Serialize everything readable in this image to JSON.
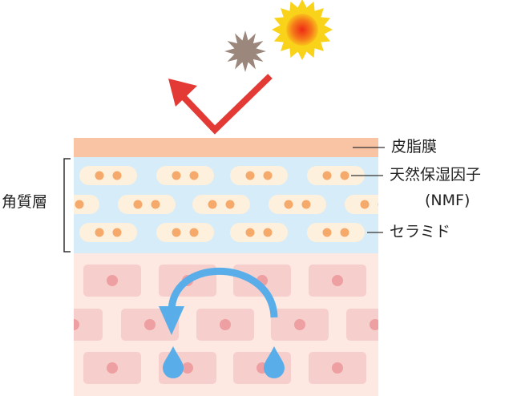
{
  "labels": {
    "sebum": "皮脂膜",
    "nmf_line1": "天然保湿因子",
    "nmf_line2": "(NMF)",
    "ceramide": "セラミド",
    "stratum_corneum": "角質層"
  },
  "colors": {
    "sebum_layer": "#f9c4a3",
    "stratum_corneum": "#d6ecf8",
    "corneocyte": "#fdf1dd",
    "nmf_dot": "#f5a96a",
    "epidermis": "#fde9e2",
    "epidermal_cell": "#f6cfcc",
    "nucleus": "#ee9fa2",
    "water": "#59aee9",
    "uv_arrow": "#e33a35",
    "sun_outer": "#f9d21a",
    "sun_inner": "#ee2a16",
    "dust": "#9b877b",
    "label_lines": "#333333"
  },
  "icons": [
    "sun-icon",
    "dust-particle-icon",
    "reflect-arrow-icon",
    "cycle-arrow-icon",
    "water-drop-icon"
  ]
}
